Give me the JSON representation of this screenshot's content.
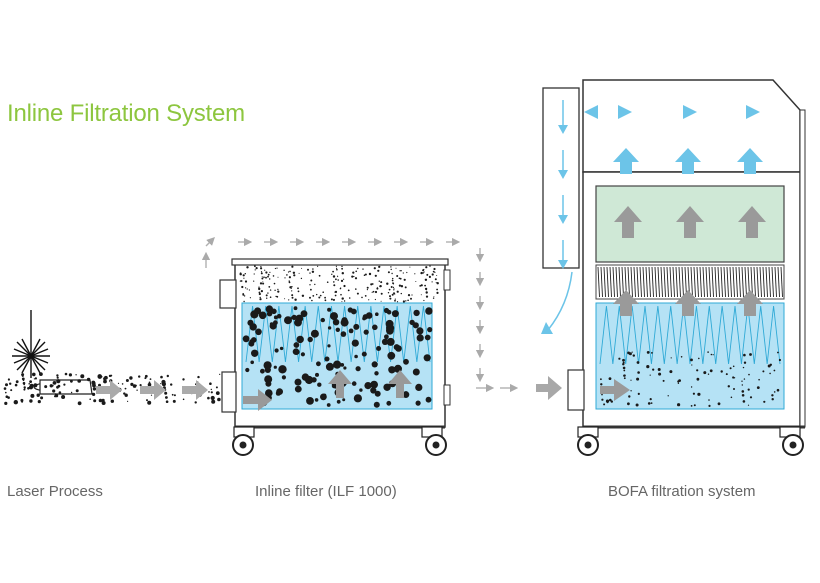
{
  "title": "Inline Filtration System",
  "captions": {
    "laser": "Laser Process",
    "inline": "Inline filter (ILF 1000)",
    "bofa": "BOFA filtration system"
  },
  "colors": {
    "title": "#8dc63f",
    "caption": "#666666",
    "water": "#b5e2f5",
    "water_lines": "#2fa9d6",
    "hepa_green": "#cfe8d6",
    "cabinet_stroke": "#333333",
    "arrow_grey": "#9a9a9a",
    "arrow_blue": "#6cc4e8",
    "particle": "#1a1a1a"
  },
  "icons": {
    "laser": "laser-burst-icon",
    "caster": "caster-wheel-icon",
    "airflow": "airflow-arrow-icon"
  }
}
